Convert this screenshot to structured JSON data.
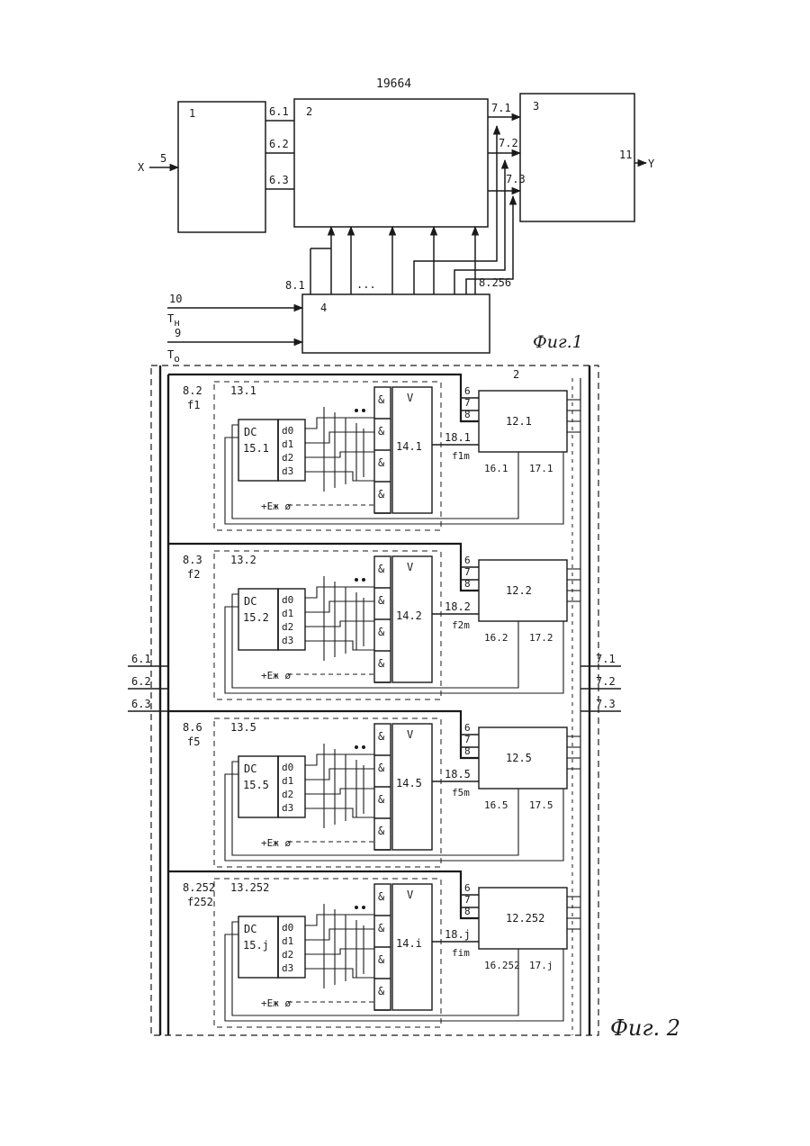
{
  "page": {
    "patent_number": "19664"
  },
  "fig1": {
    "caption": "Фиг.1",
    "blocks": {
      "b1": "1",
      "b2": "2",
      "b3": "3",
      "b4": "4"
    },
    "labels": {
      "x": "X",
      "in5": "5",
      "out11": "11",
      "y": "Y",
      "l61": "6.1",
      "l62": "6.2",
      "l63": "6.3",
      "l71": "7.1",
      "l72": "7.2",
      "l73": "7.3",
      "l81": "8.1",
      "dots": "...",
      "l8256": "8.256",
      "in10": "10",
      "tn": "T",
      "tn_sub": "н",
      "in9": "9",
      "to": "T",
      "to_sub": "o"
    }
  },
  "fig2": {
    "caption": "Фиг. 2",
    "block2": "2",
    "left_inputs": [
      "6.1",
      "6.2",
      "6.3"
    ],
    "right_outputs": [
      "7.1",
      "7.2",
      "7.3"
    ],
    "and_symbol": "&",
    "or_symbol": "V",
    "power_label": "+Eж ø",
    "dc_label": "DC",
    "d_labels": [
      "d0",
      "d1",
      "d2",
      "d3"
    ],
    "inputs_678": [
      "6",
      "7",
      "8"
    ],
    "sections": [
      {
        "in_label": "8.2",
        "f_label": "f1",
        "sub": "13.1",
        "dc": "15.1",
        "or": "14.1",
        "mux": "12.1",
        "out": "18.1",
        "fm": "f1m",
        "a": "16.1",
        "b": "17.1"
      },
      {
        "in_label": "8.3",
        "f_label": "f2",
        "sub": "13.2",
        "dc": "15.2",
        "or": "14.2",
        "mux": "12.2",
        "out": "18.2",
        "fm": "f2m",
        "a": "16.2",
        "b": "17.2"
      },
      {
        "in_label": "8.6",
        "f_label": "f5",
        "sub": "13.5",
        "dc": "15.5",
        "or": "14.5",
        "mux": "12.5",
        "out": "18.5",
        "fm": "f5m",
        "a": "16.5",
        "b": "17.5"
      },
      {
        "in_label": "8.252",
        "f_label": "f252",
        "sub": "13.252",
        "dc": "15.j",
        "or": "14.i",
        "mux": "12.252",
        "out": "18.j",
        "fm": "fim",
        "a": "16.252",
        "b": "17.j"
      }
    ]
  }
}
